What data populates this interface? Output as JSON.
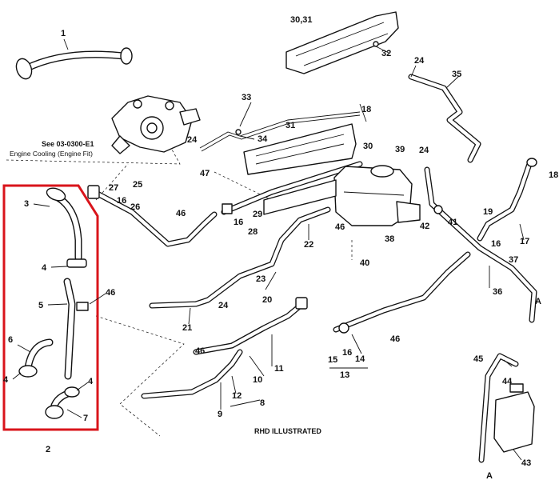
{
  "diagram": {
    "see_reference": "See 03-0300-E1",
    "see_reference_desc": "Engine Cooling (Engine Fit)",
    "rhd_note": "RHD ILLUSTRATED",
    "highlight_color": "#d9141b",
    "callouts": {
      "c1": "1",
      "c2": "2",
      "c3": "3",
      "c4a": "4",
      "c4b": "4",
      "c4c": "4",
      "c5": "5",
      "c6": "6",
      "c7": "7",
      "c8": "8",
      "c9": "9",
      "c10": "10",
      "c11": "11",
      "c12": "12",
      "c13": "13",
      "c14": "14",
      "c15": "15",
      "c16a": "16",
      "c16b": "16",
      "c16c": "16",
      "c16d": "16",
      "c17": "17",
      "c18a": "18",
      "c18b": "18",
      "c19": "19",
      "c20": "20",
      "c21": "21",
      "c22": "22",
      "c23": "23",
      "c24a": "24",
      "c24b": "24",
      "c24c": "24",
      "c24d": "24",
      "c25": "25",
      "c26": "26",
      "c27": "27",
      "c28": "28",
      "c29": "29",
      "c30": "30",
      "c3031": "30,31",
      "c31": "31",
      "c32": "32",
      "c33": "33",
      "c34": "34",
      "c35": "35",
      "c36": "36",
      "c37": "37",
      "c38": "38",
      "c39": "39",
      "c40": "40",
      "c41": "41",
      "c42": "42",
      "c43": "43",
      "c44": "44",
      "c45": "45",
      "c46a": "46",
      "c46b": "46",
      "c46c": "46",
      "c46d": "46",
      "c46e": "46",
      "c47": "47",
      "cA1": "A",
      "cA2": "A"
    }
  }
}
